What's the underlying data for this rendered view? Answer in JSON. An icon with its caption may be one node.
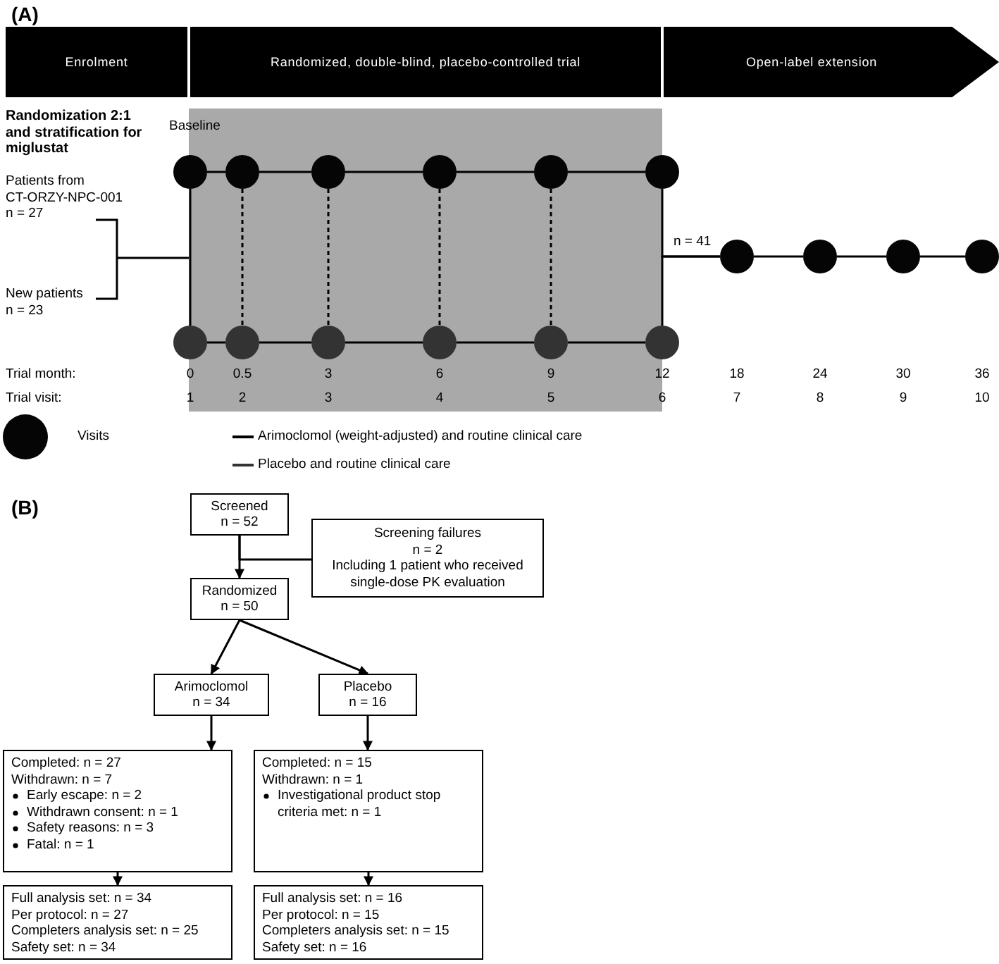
{
  "diagram": {
    "nodes": [
      {
        "text": [
          "Enrolment"
        ]
      },
      {
        "text": [
          "Randomized, double-blind, placebo-controlled trial"
        ]
      },
      {
        "text": [
          "Open-label extension"
        ]
      },
      {
        "text": [],
        "shape": "circle",
        "beside": [
          "Baseline"
        ]
      },
      {
        "text": [],
        "shape": "circle"
      },
      {
        "text": [],
        "shape": "circle"
      },
      {
        "text": [],
        "shape": "circle"
      },
      {
        "text": [],
        "shape": "circle"
      },
      {
        "text": [],
        "shape": "circle"
      },
      {
        "text": [],
        "shape": "circle"
      },
      {
        "text": [],
        "shape": "circle"
      },
      {
        "text": [],
        "shape": "circle"
      },
      {
        "text": [],
        "shape": "circle"
      },
      {
        "text": [],
        "shape": "circle"
      },
      {
        "text": [],
        "shape": "circle"
      },
      {
        "text": [],
        "shape": "circle"
      },
      {
        "text": [],
        "shape": "circle"
      },
      {
        "text": [],
        "shape": "circle"
      },
      {
        "text": [],
        "shape": "circle"
      },
      {
        "text": [
          "Screened",
          "n = 52"
        ]
      },
      {
        "text": [
          "Screening failures",
          "n = 2",
          "Including 1 patient who received single-dose PK evaluation"
        ]
      },
      {
        "text": [
          "Randomized",
          "n = 50"
        ]
      },
      {
        "text": [
          "Arimoclomol",
          "n = 34"
        ]
      },
      {
        "text": [
          "Placebo",
          "n = 16"
        ]
      },
      {
        "text": [
          "Completed: n = 27",
          "Withdrawn: n = 7",
          "Early escape: n = 2",
          "Withdrawn consent: n = 1",
          "Safety reasons: n = 3",
          "Fatal: n = 1"
        ]
      },
      {
        "text": [
          "Completed: n = 15",
          "Withdrawn: n = 1",
          "Investigational product stop criteria met: n = 1"
        ]
      },
      {
        "text": [
          "Full analysis set: n = 34",
          "Per protocol: n = 27",
          "Completers analysis set: n = 25",
          "Safety set: n = 34"
        ]
      },
      {
        "text": [
          "Full analysis set: n = 16",
          "Per protocol: n = 15",
          "Completers analysis set: n = 15",
          "Safety set: n = 16"
        ]
      }
    ],
    "edges": [
      {
        "from": 3,
        "to": 4,
        "arrow": "none"
      },
      {
        "from": 4,
        "to": 5,
        "arrow": "none"
      },
      {
        "from": 5,
        "to": 6,
        "arrow": "none"
      },
      {
        "from": 6,
        "to": 7,
        "arrow": "none"
      },
      {
        "from": 7,
        "to": 8,
        "arrow": "none"
      },
      {
        "from": 9,
        "to": 10,
        "arrow": "none"
      },
      {
        "from": 10,
        "to": 11,
        "arrow": "none"
      },
      {
        "from": 11,
        "to": 12,
        "arrow": "none"
      },
      {
        "from": 12,
        "to": 13,
        "arrow": "none"
      },
      {
        "from": 13,
        "to": 14,
        "arrow": "none"
      },
      {
        "from": 4,
        "to": 10,
        "arrow": "none",
        "style": "dashed"
      },
      {
        "from": 5,
        "to": 11,
        "arrow": "none",
        "style": "dashed"
      },
      {
        "from": 6,
        "to": 12,
        "arrow": "none",
        "style": "dashed"
      },
      {
        "from": 7,
        "to": 13,
        "arrow": "none",
        "style": "dashed"
      },
      {
        "from": 3,
        "to": 9,
        "arrow": "none"
      },
      {
        "from": 8,
        "to": 15,
        "arrow": "none",
        "label": "n = 41"
      },
      {
        "from": 14,
        "to": 15,
        "arrow": "none"
      },
      {
        "from": 15,
        "to": 16,
        "arrow": "none"
      },
      {
        "from": 16,
        "to": 17,
        "arrow": "none"
      },
      {
        "from": 17,
        "to": 18,
        "arrow": "none"
      },
      {
        "from": 19,
        "to": 21,
        "arrow": "to"
      },
      {
        "from": 19,
        "to": 20,
        "arrow": "none"
      },
      {
        "from": 21,
        "to": 22,
        "arrow": "to"
      },
      {
        "from": 21,
        "to": 23,
        "arrow": "to"
      },
      {
        "from": 22,
        "to": 24,
        "arrow": "to"
      },
      {
        "from": 23,
        "to": 25,
        "arrow": "to"
      },
      {
        "from": 24,
        "to": 26,
        "arrow": "to"
      },
      {
        "from": 25,
        "to": 27,
        "arrow": "to"
      }
    ],
    "labels": [
      "(A)",
      "Randomization 2:1 and stratification for miglustat",
      "Patients from CT-ORZY-NPC-001 n = 27",
      "New patients n = 23",
      "Trial month:",
      "0",
      "0.5",
      "3",
      "6",
      "9",
      "12",
      "18",
      "24",
      "30",
      "36",
      "Trial visit:",
      "1",
      "2",
      "3",
      "4",
      "5",
      "6",
      "7",
      "8",
      "9",
      "10",
      "(B)"
    ],
    "legend": [
      {
        "text": "Visits"
      },
      {
        "text": "Arimoclomol (weight-adjusted) and routine clinical care"
      },
      {
        "text": "Placebo and routine clinical care"
      }
    ]
  }
}
